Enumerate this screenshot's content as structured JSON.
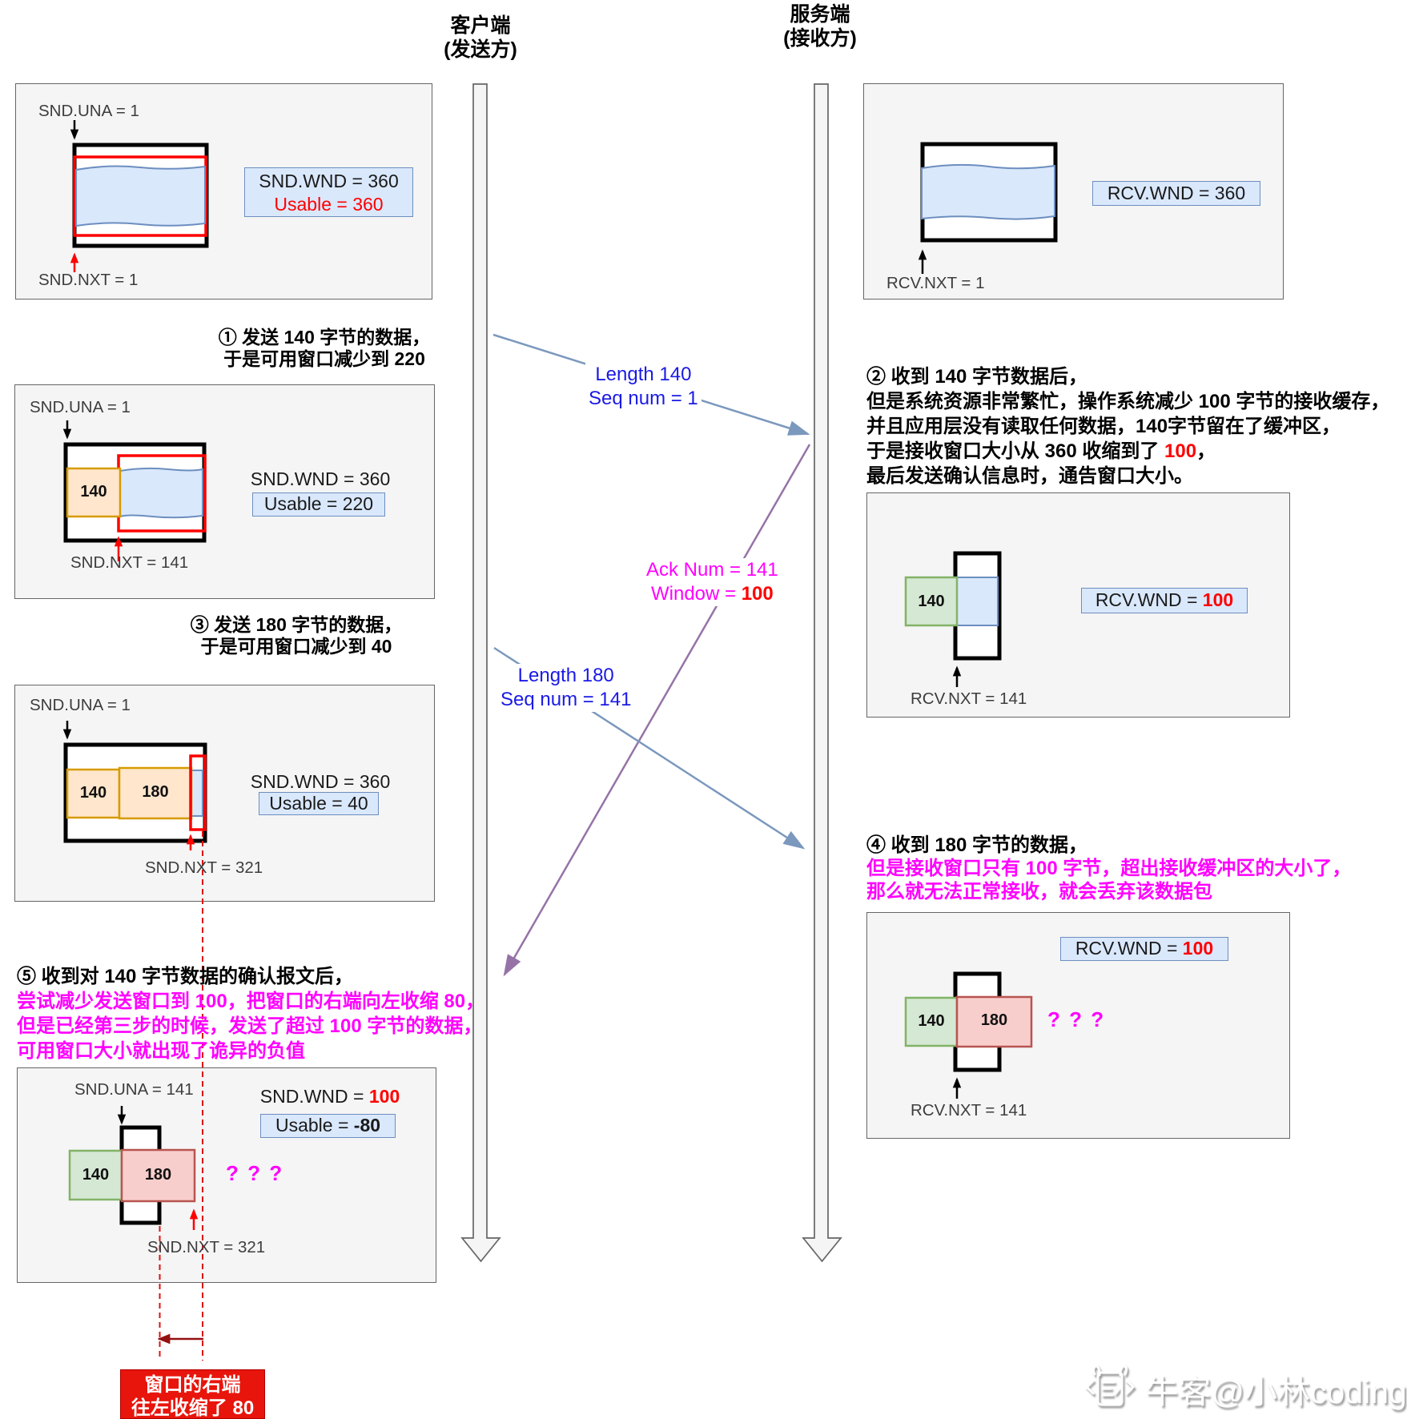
{
  "lifelines": {
    "client": {
      "line1": "客户端",
      "line2": "(发送方)"
    },
    "server": {
      "line1": "服务端",
      "line2": "(接收方)"
    }
  },
  "steps": {
    "s1": {
      "l1": "① 发送 140 字节的数据，",
      "l2": "于是可用窗口减少到 220"
    },
    "s2": {
      "l1": "② 收到 140 字节数据后，",
      "l2": "但是系统资源非常繁忙，操作系统减少 100 字节的接收缓存，",
      "l3": "并且应用层没有读取任何数据，140字节留在了缓冲区，",
      "l4a": "于是接收窗口大小从 360 收缩到了 ",
      "l4b": "100",
      "l4c": "，",
      "l5": "最后发送确认信息时，通告窗口大小。"
    },
    "s3": {
      "l1": "③  发送 180 字节的数据，",
      "l2": "于是可用窗口减少到 40"
    },
    "s4": {
      "l1": "④  收到 180 字节的数据，",
      "l2": "但是接收窗口只有 100 字节，超出接收缓冲区的大小了，",
      "l3": "那么就无法正常接收，就会丢弃该数据包"
    },
    "s5": {
      "l1": "⑤  收到对 140 字节数据的确认报文后，",
      "l2": "尝试减少发送窗口到 100，把窗口的右端向左收缩 80，",
      "l3": "但是已经第三步的时候，发送了超过 100 字节的数据，",
      "l4": "可用窗口大小就出现了诡异的负值"
    }
  },
  "messages": {
    "m1": {
      "l1": "Length 140",
      "l2": "Seq num = 1"
    },
    "m2": {
      "l1": "Ack Num = 141",
      "l2a": "Window = ",
      "l2b": "100"
    },
    "m3": {
      "l1": "Length 180",
      "l2": "Seq num = 141"
    }
  },
  "panels": {
    "p1": {
      "una": "SND.UNA = 1",
      "nxt": "SND.NXT = 1",
      "wnd": "SND.WND = 360",
      "usable": "Usable = 360"
    },
    "p2": {
      "una": "SND.UNA = 1",
      "nxt": "SND.NXT = 141",
      "wnd": "SND.WND = 360",
      "usable": "Usable = 220",
      "b140": "140"
    },
    "p3": {
      "una": "SND.UNA = 1",
      "nxt": "SND.NXT = 321",
      "wnd": "SND.WND = 360",
      "usable": "Usable = 40",
      "b140": "140",
      "b180": "180"
    },
    "p4": {
      "una": "SND.UNA = 141",
      "nxt": "SND.NXT = 321",
      "wnd_a": "SND.WND = ",
      "wnd_b": "100",
      "usable_a": "Usable = ",
      "usable_b": "-80",
      "b140": "140",
      "b180": "180",
      "q": "? ? ?"
    },
    "r1": {
      "nxt": "RCV.NXT = 1",
      "wnd": "RCV.WND = 360"
    },
    "r2": {
      "nxt": "RCV.NXT = 141",
      "wnd_a": "RCV.WND = ",
      "wnd_b": "100",
      "b140": "140"
    },
    "r3": {
      "nxt": "RCV.NXT = 141",
      "wnd_a": "RCV.WND = ",
      "wnd_b": "100",
      "b140": "140",
      "b180": "180",
      "q": "? ? ?"
    }
  },
  "callout": {
    "l1": "窗口的右端",
    "l2": "往左收缩了 80"
  },
  "watermark": {
    "text": "牛客@小林coding"
  },
  "colors": {
    "panel_bg": "#f5f5f5",
    "panel_border": "#666666",
    "window_black": "#000000",
    "window_red": "#ff0000",
    "sent_fill": "#ffe6cc",
    "sent_stroke": "#d79b00",
    "acked_fill": "#d5e8d4",
    "acked_stroke": "#82b366",
    "lost_fill": "#f8cecc",
    "lost_stroke": "#b85450",
    "usable_fill": "#dae8fc",
    "usable_stroke": "#6c8ebf",
    "arrow_blue": "#7b98bd",
    "arrow_purple": "#9673a6",
    "label_blue": "#1a1ae6",
    "magenta": "#ff00ff",
    "red": "#ff0000",
    "callout_bg": "#e8150c",
    "dash_red": "#dd1111",
    "shrink_arrow": "#941111"
  }
}
